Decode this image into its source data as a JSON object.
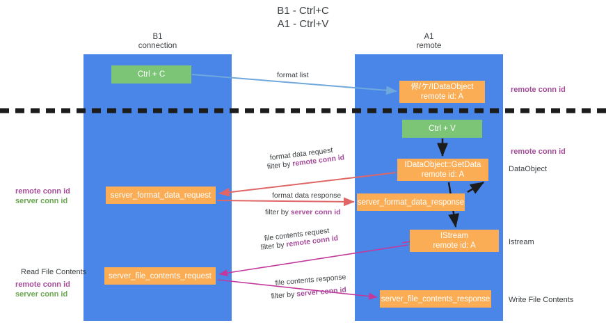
{
  "title": "B1 - Ctrl+C\nA1 - Ctrl+V",
  "lanes": [
    {
      "key": "b1",
      "label": "B1\nconnection",
      "color": "#4a86e8"
    },
    {
      "key": "a1",
      "label": "A1\nremote",
      "color": "#4a86e8"
    }
  ],
  "nodes": {
    "ctrl_c": "Ctrl + C",
    "idataobject": "侭/ケ/IDataObject\nremote id: A",
    "ctrl_v": "Ctrl + V",
    "getdata": "IDataObject::GetData\nremote id: A",
    "server_format_data_request": "server_format_data_request",
    "server_format_data_response": "server_format_data_response",
    "istream": "IStream\nremote id: A",
    "server_file_contents_request": "server_file_contents_request",
    "server_file_contents_response": "server_file_contents_response"
  },
  "edge_labels": {
    "format_list": "format list",
    "format_data_request": "format data request",
    "filter_by": "filter by ",
    "remote_conn_id": "remote conn id",
    "format_data_response": "format data response",
    "server_conn_id": "server conn id",
    "file_contents_request": "file contents request",
    "file_contents_response": "file contents response"
  },
  "annotations": {
    "remote_conn_id": "remote conn id",
    "server_conn_id": "server conn id",
    "dataobject": "DataObject",
    "istream": "Istream",
    "write_file_contents": "Write File Contents",
    "read_file_contents": "Read File Contents"
  },
  "colors": {
    "lane": "#4a86e8",
    "green_node": "#7cc576",
    "orange_node": "#fbad55",
    "purple_text": "#a64d9a",
    "green_text": "#6aa84f",
    "blue_arrow": "#6fa8dc",
    "red_arrow": "#e06666",
    "magenta_arrow": "#c2399b",
    "black_arrow": "#1c1c1c",
    "divider": "#1c1c1c"
  }
}
